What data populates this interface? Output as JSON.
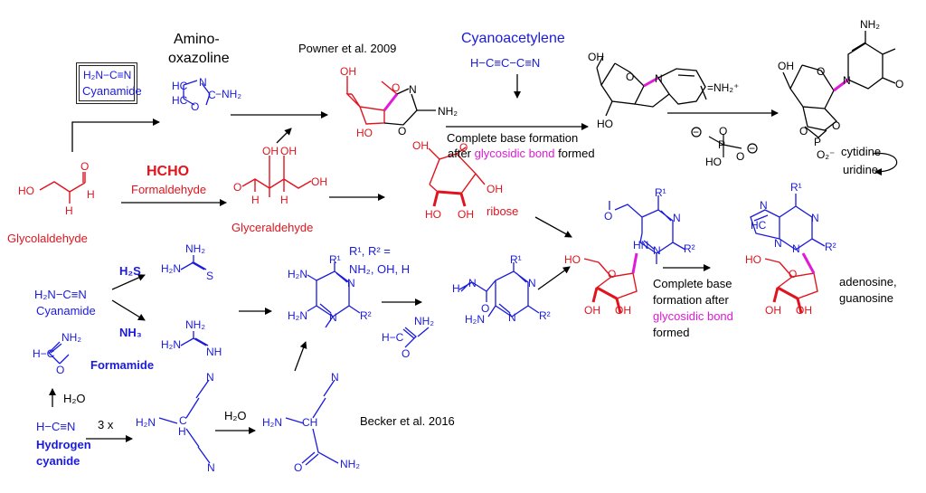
{
  "labels": {
    "amino": "Amino-",
    "oxazoline": "oxazoline",
    "powner": "Powner et al. 2009",
    "cyanoacetylene": "Cyanoacetylene",
    "cyanoacetylene_formula": "H−C≡C−C≡N",
    "cyanamide_formula_box": "H₂N−C≡N",
    "cyanamide_box": "Cyanamide",
    "nh2_oxaz": "−NH₂",
    "hc": "HC",
    "hc2": "HC",
    "n_oxaz": "N",
    "o_oxaz": "O",
    "c_oxaz": "C",
    "ho_anhydro": "HO",
    "oh_anhydro": "OH",
    "nh2_anhydro": "NH₂",
    "n_anhydro": "N",
    "o1_anhydro": "O",
    "o2_anhydro": "O",
    "complete1": "Complete base formation",
    "after": "after ",
    "glycosidic1": "glycosidic bond",
    "formed1": " formed",
    "oh_cyclo": "OH",
    "ho_cyclo": "HO",
    "nh2plus": "=NH₂⁺",
    "n_cyclo": "N",
    "o_cyclo": "O",
    "nh2_cyt": "NH₂",
    "o_cyt": "O",
    "n_cyt": "N",
    "o_cyt2": "O",
    "oh_cyt": "OH",
    "p_cyt": "P",
    "o2minus": "O₂⁻",
    "cytidine": "cytidine",
    "uridine": "uridine",
    "phosphate_p": "P",
    "phosphate_o": "O",
    "phosphate_ho": "HO",
    "phosphate_minus": "−",
    "hcho": "HCHO",
    "formaldehyde": "Formaldehyde",
    "glycolaldehyde": "Glycolaldehyde",
    "glycol_ho": "HO",
    "glycol_o": "O",
    "glycol_h": "H",
    "glycol_h2": "H",
    "glycer_oh": "OH",
    "glycer_oh2": "OH",
    "glycer_o": "O",
    "glycer_h": "H",
    "glycer_h2": "H",
    "glyceraldehyde": "Glyceraldehyde",
    "ribose": "ribose",
    "ribose_oh1": "OH",
    "ribose_oh2": "OH",
    "ribose_ho": "HO",
    "ribose_oh3": "OH",
    "ribose_o": "O",
    "cyanamide_formula": "H₂N−C≡N",
    "cyanamide": "Cyanamide",
    "h2s": "H₂S",
    "nh3": "NH₃",
    "thiourea_nh2": "NH₂",
    "thiourea_h2n": "H₂N",
    "thiourea_s": "S",
    "guan_nh2": "NH₂",
    "guan_h2n": "H₂N",
    "guan_nh": "NH",
    "formamide_nh2": "NH₂",
    "formamide_h": "H−C",
    "formamide_o": "O",
    "formamide": "Formamide",
    "h2o_1": "H₂O",
    "hcn_formula": "H−C≡N",
    "hydrogen": "Hydrogen",
    "cyanide": "cyanide",
    "three_x": "3 x",
    "malono_h2n": "H₂N",
    "malono_c": "C",
    "malono_h": "H",
    "malono_n1": "N",
    "malono_n2": "N",
    "h2o_2": "H₂O",
    "amide_h2n": "H₂N",
    "amide_ch": "CH",
    "amide_n": "N",
    "amide_o": "O",
    "amide_nh2": "NH₂",
    "becker": "Becker et al. 2016",
    "r_defs": "R¹, R² =",
    "r_vals": "NH₂, OH, H",
    "pyr_r1": "R¹",
    "pyr_h2n": "H₂N",
    "pyr_n1": "N",
    "pyr_n2": "N",
    "pyr_h2n2": "H₂N",
    "pyr_r2": "R²",
    "form2_nh2": "NH₂",
    "form2_h": "H−C",
    "form2_o": "O",
    "fapy_r1": "R¹",
    "fapy_h": "H",
    "fapy_hn": "N",
    "fapy_o": "O",
    "fapy_n1": "N",
    "fapy_n2": "N",
    "fapy_h2n": "H₂N",
    "fapy_r2": "R²",
    "nuc_r1": "R¹",
    "nuc_o": "O",
    "nuc_hn": "HN",
    "nuc_n1": "N",
    "nuc_n2": "N",
    "nuc_r2": "R²",
    "nuc_ho": "HO",
    "nuc_oring": "O",
    "nuc_oh1": "OH",
    "nuc_oh2": "OH",
    "complete2a": "Complete base",
    "complete2b": "formation after",
    "glycosidic2": "glycosidic bond",
    "formed2": "formed",
    "pur_r1": "R¹",
    "pur_hc": "HC",
    "pur_n1": "N",
    "pur_n2": "N",
    "pur_n3": "N",
    "pur_n4": "N",
    "pur_r2": "R²",
    "pur_ho": "HO",
    "pur_oring": "O",
    "pur_oh1": "OH",
    "pur_oh2": "OH",
    "adenosine": "adenosine,",
    "guanosine": "guanosine"
  },
  "colors": {
    "blue": "#1a1adc",
    "red": "#e0141e",
    "magenta": "#e01ad6",
    "black": "#000000"
  }
}
